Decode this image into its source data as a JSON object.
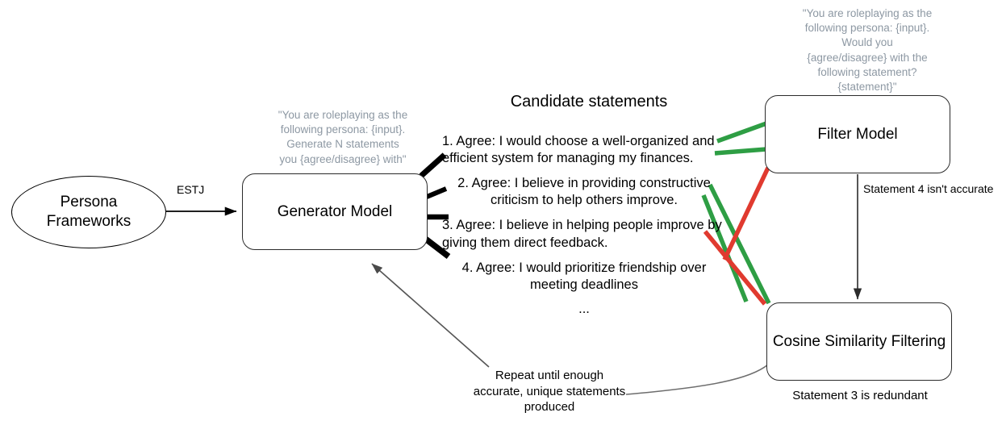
{
  "diagram": {
    "title_candidate_statements": "Candidate statements",
    "nodes": {
      "persona": "Persona\nFrameworks",
      "generator": "Generator Model",
      "filter": "Filter Model",
      "cosine": "Cosine Similarity Filtering"
    },
    "prompts": {
      "generator_prompt": "\"You are roleplaying as the\nfollowing persona: {input}.\nGenerate N statements\nyou {agree/disagree} with\"",
      "filter_prompt": "\"You are roleplaying as the\nfollowing persona: {input}.\nWould you\n{agree/disagree} with the\nfollowing statement?\n{statement}\""
    },
    "edge_labels": {
      "persona_to_generator": "ESTJ",
      "filter_to_cosine": "Statement 4 isn't accurate",
      "cosine_to_generator": "Repeat until enough\naccurate, unique statements\nproduced"
    },
    "captions": {
      "cosine_caption": "Statement 3 is redundant"
    },
    "statements": [
      "1. Agree: I would choose a well-organized and efficient system for managing my finances.",
      "2. Agree: I believe in providing constructive criticism to help others improve.",
      "3. Agree: I believe in helping people improve by giving them direct feedback.",
      "4. Agree: I would prioritize friendship over meeting deadlines"
    ],
    "statements_ellipsis": "...",
    "colors": {
      "accepted_line": "#2E9E44",
      "rejected_line": "#E03A2F",
      "node_stroke": "#2b2b2b",
      "prompt_text": "#8d98a3",
      "arrow_gray": "#707070"
    }
  }
}
